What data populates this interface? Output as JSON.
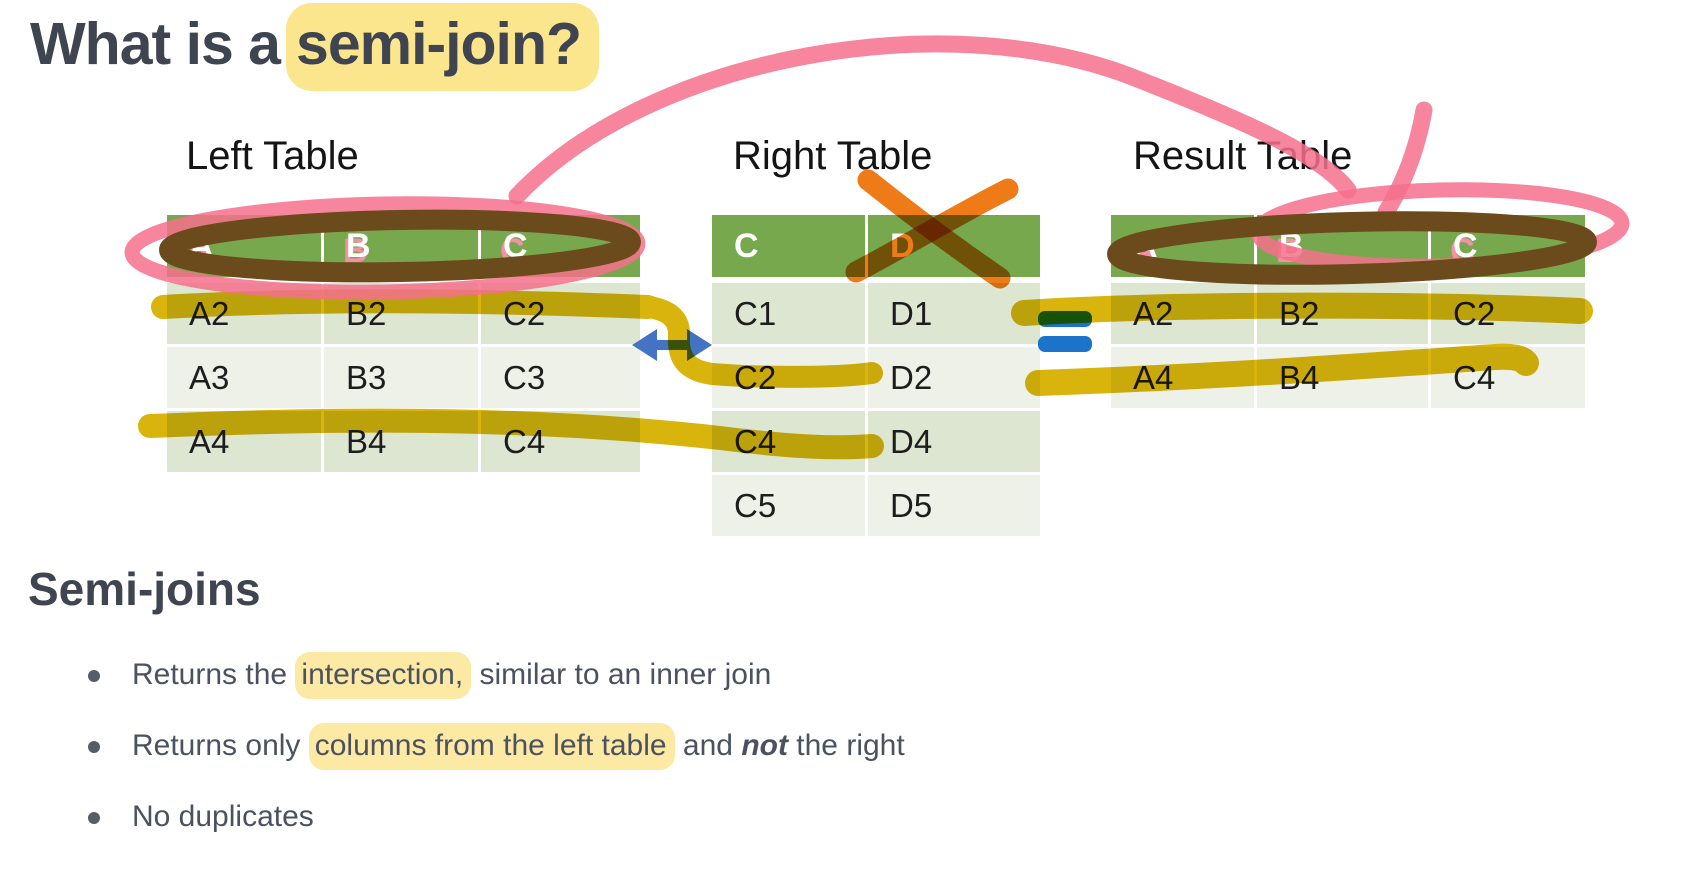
{
  "title": {
    "prefix": "What is a",
    "highlighted": "semi-join?"
  },
  "diagram": {
    "left_table": {
      "title": "Left Table",
      "headers": [
        "A",
        "B",
        "C"
      ],
      "rows": [
        [
          "A2",
          "B2",
          "C2"
        ],
        [
          "A3",
          "B3",
          "C3"
        ],
        [
          "A4",
          "B4",
          "C4"
        ]
      ]
    },
    "right_table": {
      "title": "Right Table",
      "headers": [
        "C",
        "D"
      ],
      "rows": [
        [
          "C1",
          "D1"
        ],
        [
          "C2",
          "D2"
        ],
        [
          "C4",
          "D4"
        ],
        [
          "C5",
          "D5"
        ]
      ]
    },
    "result_table": {
      "title": "Result Table",
      "headers": [
        "A",
        "B",
        "C"
      ],
      "rows": [
        [
          "A2",
          "B2",
          "C2"
        ],
        [
          "A4",
          "B4",
          "C4"
        ]
      ]
    },
    "equals_sign": "=",
    "annotations": [
      {
        "name": "pink-pen-arrow",
        "meaning": "curved arrow from left table header to result table header"
      },
      {
        "name": "pink-pen-ellipse-left-header",
        "meaning": "circles left table header row"
      },
      {
        "name": "pink-pen-ellipse-result-header",
        "meaning": "circles result table header row"
      },
      {
        "name": "brown-pen-ellipse-left-header",
        "meaning": "circles left table header row"
      },
      {
        "name": "brown-pen-ellipse-result-header",
        "meaning": "circles result table header row"
      },
      {
        "name": "orange-pen-x",
        "meaning": "crosses out right table column D"
      },
      {
        "name": "yellow-marker-strokes",
        "meaning": "highlights matching rows A2/C2 and A4/C4 across tables"
      },
      {
        "name": "blue-double-arrow",
        "meaning": "match between left and right tables"
      },
      {
        "name": "blue-equals-sign",
        "meaning": "equals before result table"
      }
    ]
  },
  "section": {
    "heading": "Semi-joins",
    "bullets": [
      {
        "segments": [
          {
            "text": "Returns the "
          },
          {
            "text": "intersection,"
          },
          {
            "text": " similar to an inner join"
          }
        ]
      },
      {
        "segments": [
          {
            "text": "Returns only "
          },
          {
            "text": "columns from the left table"
          },
          {
            "text": " and "
          },
          {
            "text": "not"
          },
          {
            "text": " the right"
          }
        ]
      },
      {
        "segments": [
          {
            "text": "No duplicates"
          }
        ]
      }
    ]
  },
  "colors": {
    "heading_text": "#3e4450",
    "body_text": "#4b5160",
    "table_text": "#1d1d1d",
    "header_green": "#77a84e",
    "row_dark": "#dde6d1",
    "row_light": "#eef1e8",
    "highlight_strong": "#fbe68e",
    "highlight_soft": "#fbe9a4",
    "marker_yellow": "#d9b40c",
    "pen_pink": "#f4708c",
    "pen_brown": "#6b4a1c",
    "pen_orange": "#ee7004",
    "arrow_blue": "#4472c4",
    "equals_blue": "#1b74c9",
    "header_shadow_pink": "#f590a5"
  }
}
